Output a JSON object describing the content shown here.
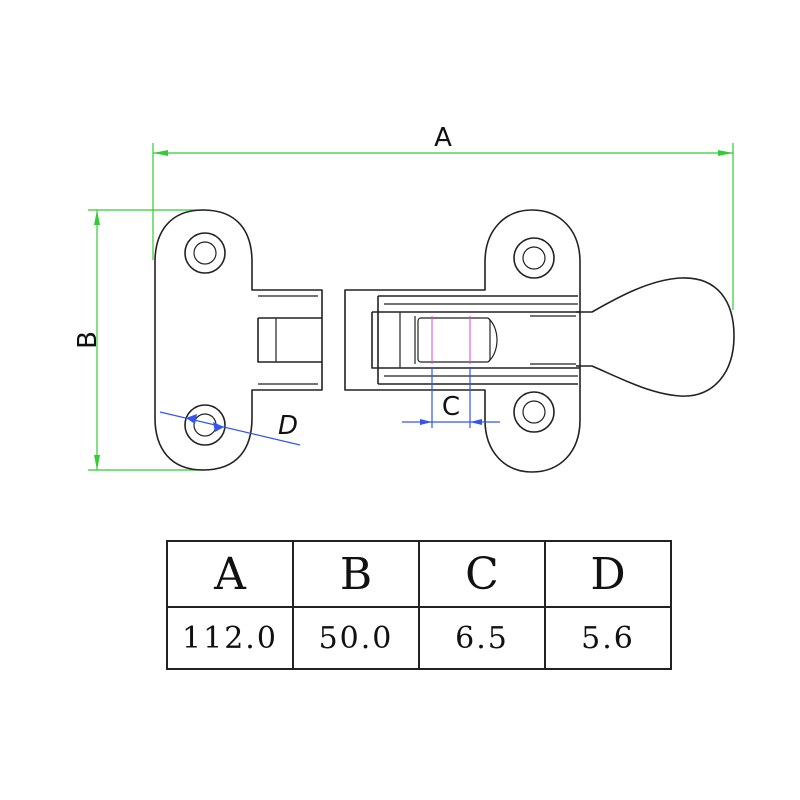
{
  "dimension_labels": {
    "a": "A",
    "b": "B",
    "c": "C",
    "d": "D"
  },
  "colors": {
    "dimension_line": "#33cc33",
    "centerline": "#dd44dd",
    "leader": "#3355ee",
    "outline": "#222222"
  },
  "table": {
    "headers": [
      "A",
      "B",
      "C",
      "D"
    ],
    "values": [
      "112.0",
      "50.0",
      "6.5",
      "5.6"
    ]
  }
}
